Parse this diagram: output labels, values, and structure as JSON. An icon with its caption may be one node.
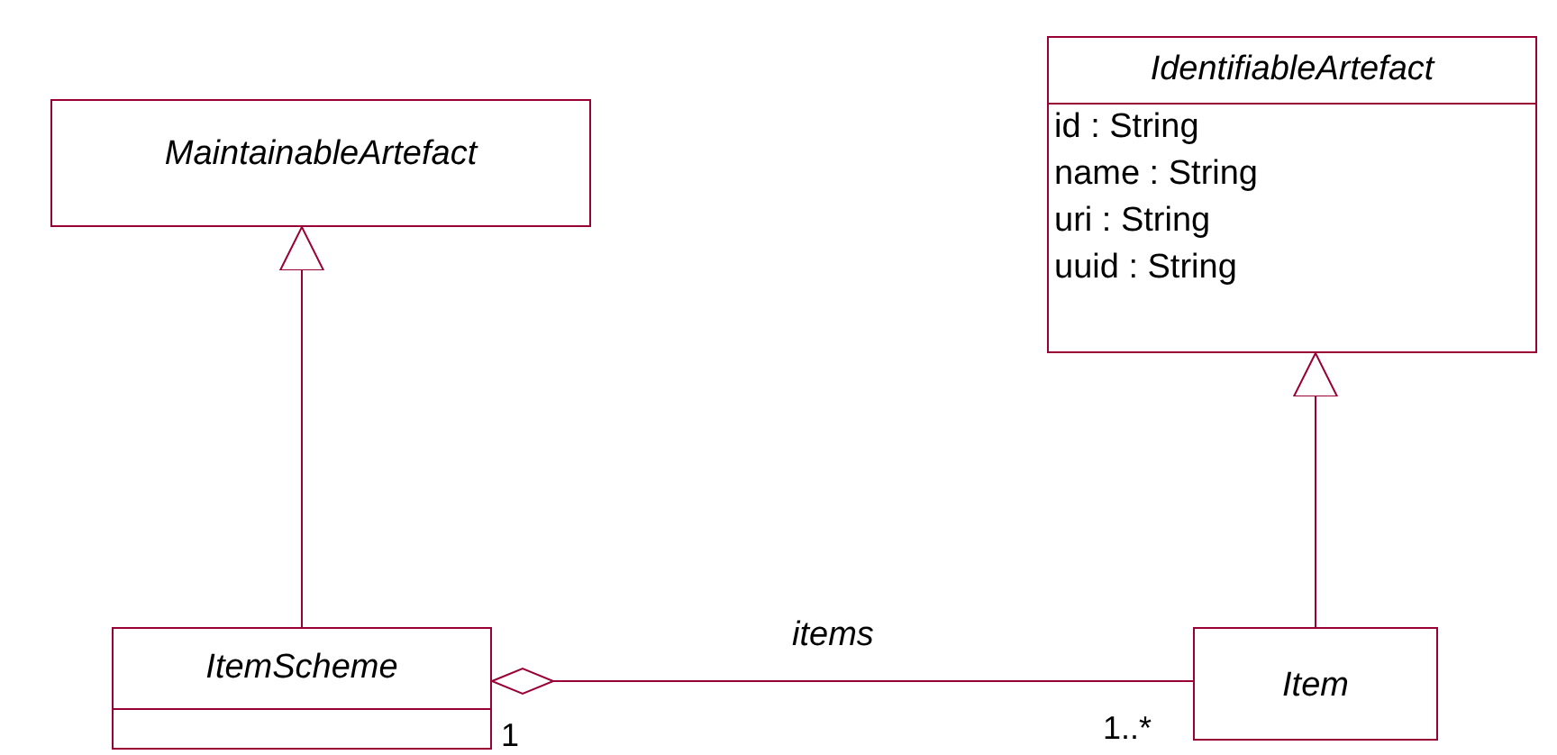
{
  "diagram": {
    "nodes": [
      {
        "text": [
          "MaintainableArtefact"
        ]
      },
      {
        "text": [
          "IdentifiableArtefact",
          "id : String",
          "name : String",
          "uri : String",
          "uuid : String"
        ]
      },
      {
        "text": [
          "ItemScheme"
        ]
      },
      {
        "text": [
          "Item"
        ]
      }
    ],
    "edges": [
      {
        "from": 2,
        "to": 0,
        "arrow": "to"
      },
      {
        "from": 3,
        "to": 1,
        "arrow": "to"
      },
      {
        "from": 2,
        "to": 3,
        "arrow": "other",
        "label": "items"
      }
    ],
    "labels": [
      "1",
      "1..*"
    ]
  }
}
